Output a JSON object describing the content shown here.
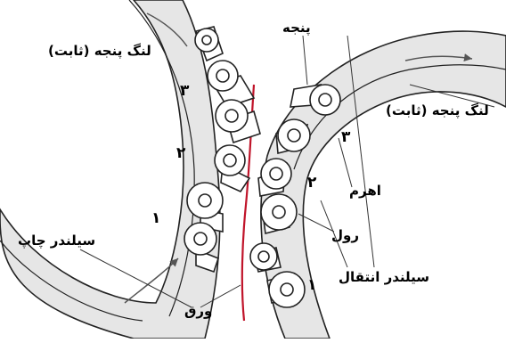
{
  "labels": {
    "fixed_gripper_left": "لنگ پنجه (ثابت)",
    "gripper": "پنجه",
    "fixed_gripper_right": "لنگ پنجه (ثابت)",
    "lever": "اهرم",
    "roller": "رول",
    "print_cylinder": "سیلندر چاپ",
    "transfer_cylinder": "سیلندر انتقال",
    "sheet": "ورق"
  },
  "numbers": {
    "left_3": "۳",
    "left_2": "۲",
    "left_1": "۱",
    "right_3": "۳",
    "right_2": "۲",
    "right_1": "۱"
  },
  "colors": {
    "ink": "#1a1a1a",
    "cylinder_fill": "#e6e6e6",
    "sheet": "#c0142a",
    "background": "#ffffff"
  }
}
